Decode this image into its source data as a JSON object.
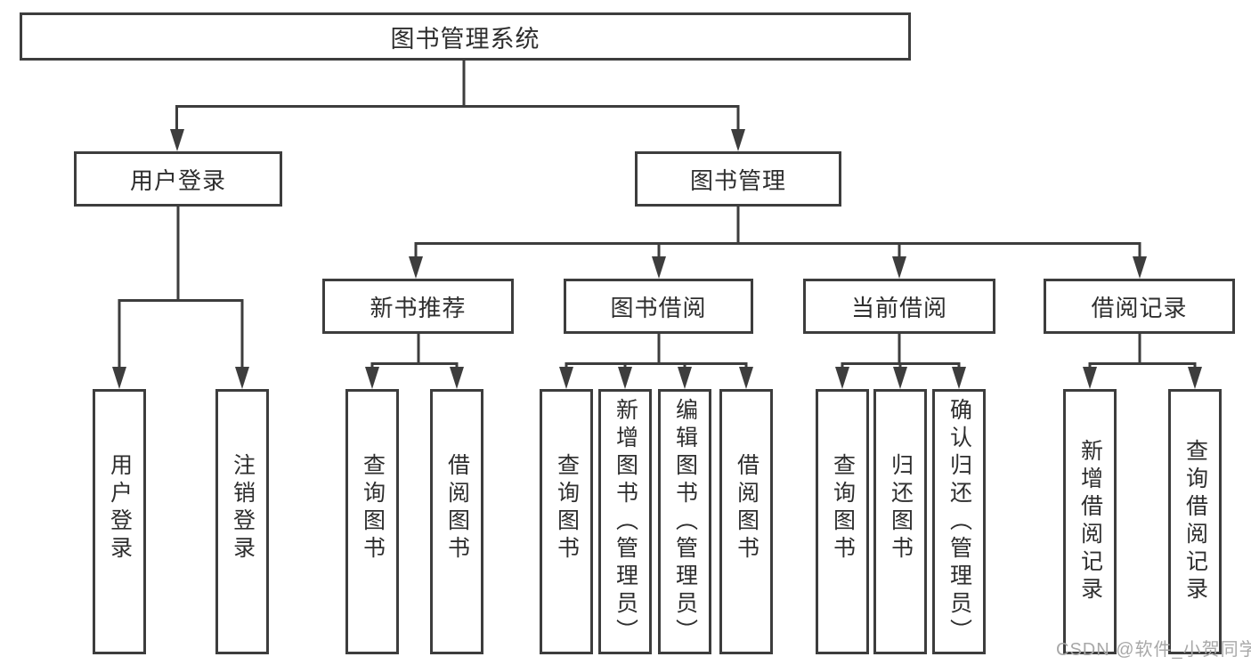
{
  "root": {
    "label": "图书管理系统"
  },
  "login": {
    "label": "用户登录",
    "children": [
      {
        "label": "用户登录"
      },
      {
        "label": "注销登录"
      }
    ]
  },
  "mgmt": {
    "label": "图书管理",
    "groups": [
      {
        "label": "新书推荐",
        "children": [
          {
            "label": "查询图书"
          },
          {
            "label": "借阅图书"
          }
        ]
      },
      {
        "label": "图书借阅",
        "children": [
          {
            "label": "查询图书"
          },
          {
            "label": "新增图书（管理员）"
          },
          {
            "label": "编辑图书（管理员）"
          },
          {
            "label": "借阅图书"
          }
        ]
      },
      {
        "label": "当前借阅",
        "children": [
          {
            "label": "查询图书"
          },
          {
            "label": "归还图书"
          },
          {
            "label": "确认归还（管理员）"
          }
        ]
      },
      {
        "label": "借阅记录",
        "children": [
          {
            "label": "新增借阅记录"
          },
          {
            "label": "查询借阅记录"
          }
        ]
      }
    ]
  },
  "watermark": {
    "text": "CSDN @软件_小贺同学"
  },
  "colors": {
    "line": "#3d3d3d",
    "text": "#2e2e2e",
    "watermark": "#a8a8a8",
    "background": "#ffffff"
  }
}
